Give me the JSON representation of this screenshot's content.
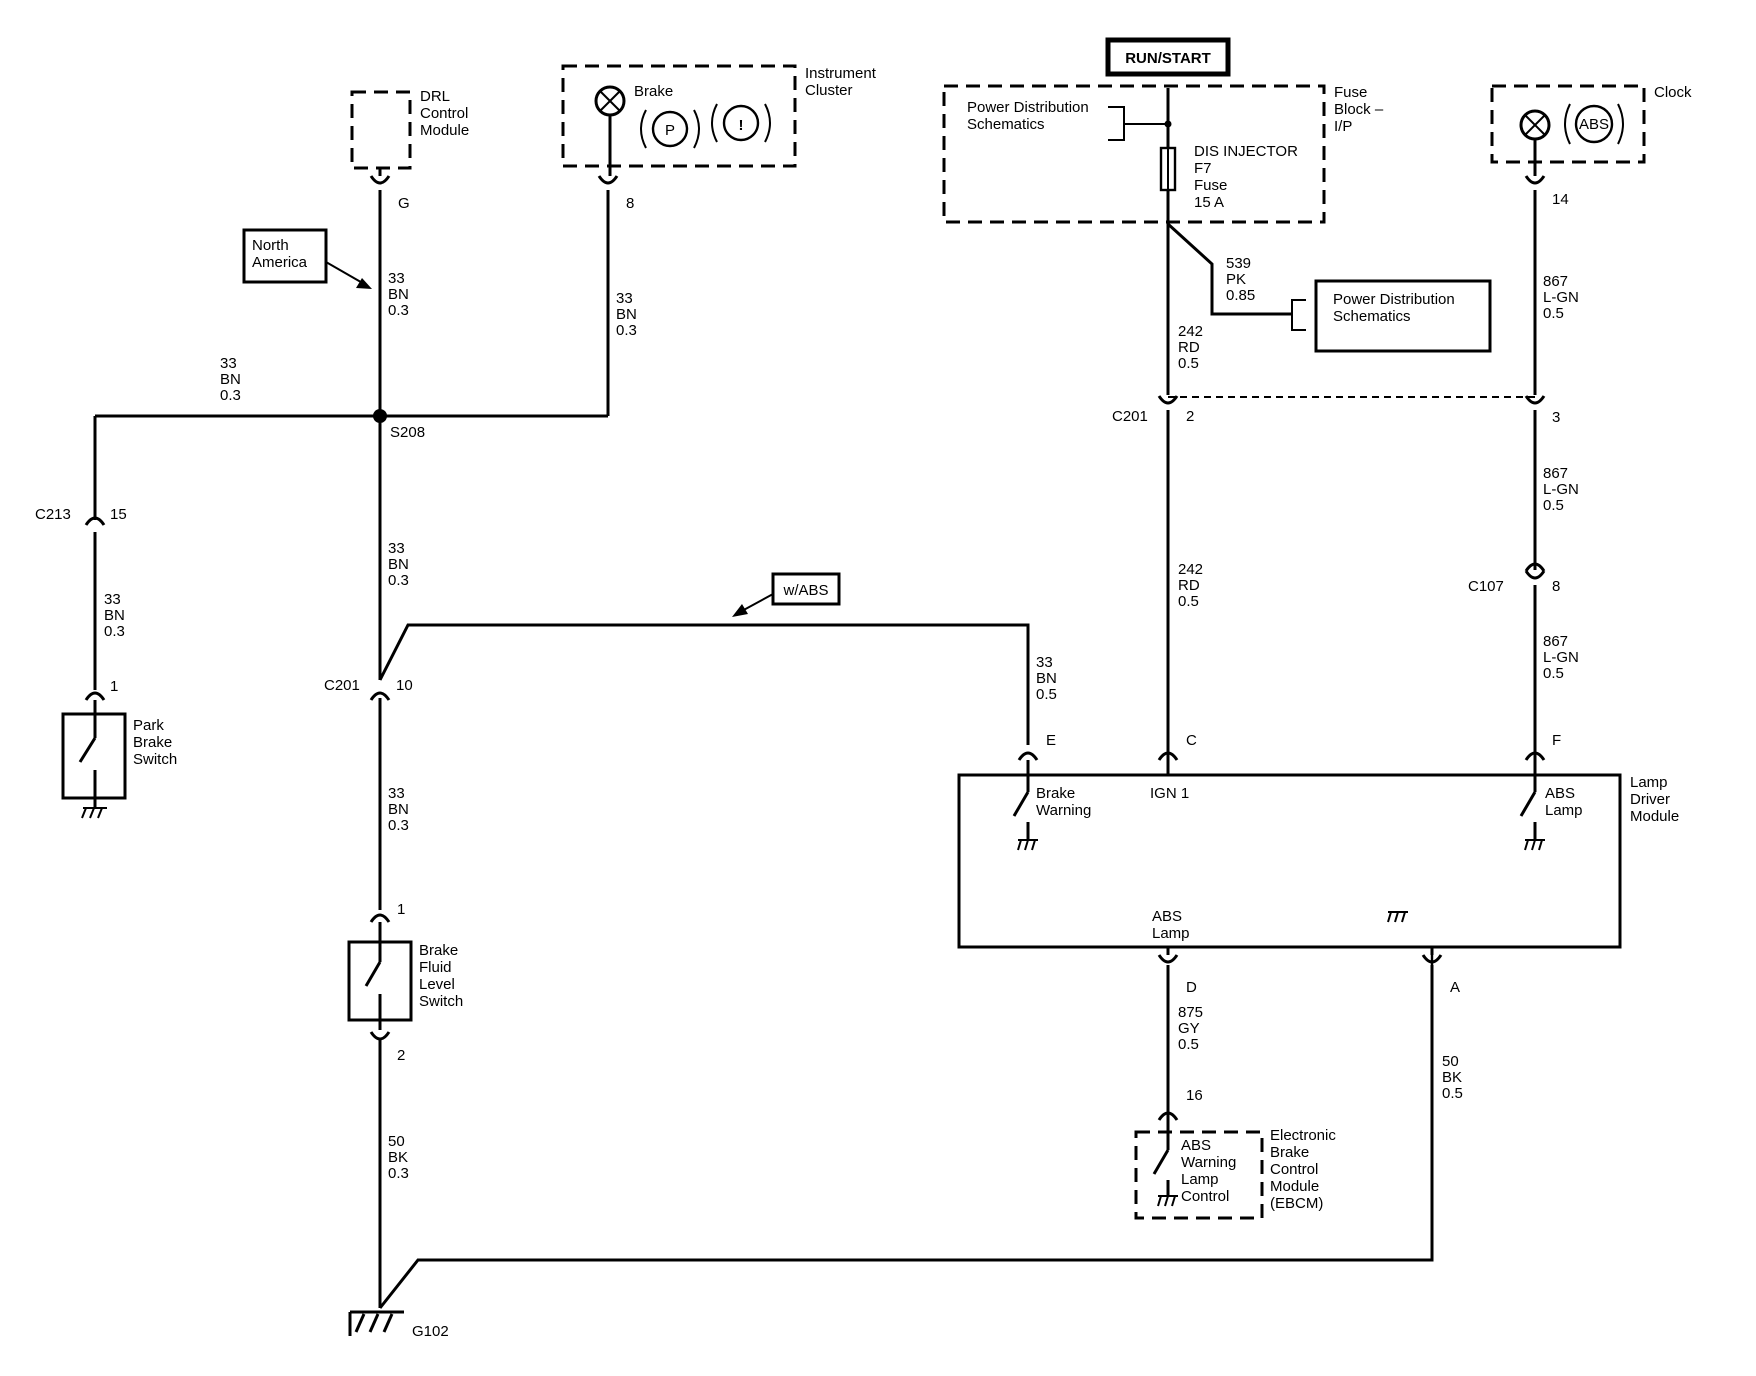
{
  "power": {
    "run_start": "RUN/START"
  },
  "modules": {
    "drl": [
      "DRL",
      "Control",
      "Module"
    ],
    "instrument_cluster": [
      "Instrument",
      "Cluster"
    ],
    "brake_lamp": "Brake",
    "park_symbol": "P",
    "warn_symbol": "!",
    "fuse_block": [
      "Fuse",
      "Block –",
      "I/P"
    ],
    "pds_top": [
      "Power Distribution",
      "Schematics"
    ],
    "pds_right": [
      "Power Distribution",
      "Schematics"
    ],
    "fuse": [
      "DIS INJECTOR",
      "F7",
      "Fuse",
      "15 A"
    ],
    "clock": "Clock",
    "abs_symbol": "ABS",
    "lamp_driver": [
      "Lamp",
      "Driver",
      "Module"
    ],
    "ebcm": [
      "Electronic",
      "Brake",
      "Control",
      "Module",
      "(EBCM)"
    ],
    "park_brake_switch": [
      "Park",
      "Brake",
      "Switch"
    ],
    "brake_fluid_switch": [
      "Brake",
      "Fluid",
      "Level",
      "Switch"
    ],
    "ground": "G102"
  },
  "ldm_labels": {
    "brake_warning": [
      "Brake",
      "Warning"
    ],
    "ign1": "IGN 1",
    "abs_lamp_top": [
      "ABS",
      "Lamp"
    ],
    "abs_lamp_bottom": [
      "ABS",
      "Lamp"
    ]
  },
  "ebcm_label": [
    "ABS",
    "Warning",
    "Lamp",
    "Control"
  ],
  "notes": {
    "north_america": [
      "North",
      "America"
    ],
    "w_abs": "w/ABS"
  },
  "splice": "S208",
  "connectors": {
    "drl_g": "G",
    "cluster_8": "8",
    "clock_14": "14",
    "c213": "C213",
    "c213_pin": "15",
    "park_pin": "1",
    "c201_left": "C201",
    "c201_left_pin": "10",
    "c201_right": "C201",
    "c201_pin2": "2",
    "c201_pin3": "3",
    "c107": "C107",
    "c107_pin": "8",
    "bfs_pin1": "1",
    "bfs_pin2": "2",
    "ldm_e": "E",
    "ldm_c": "C",
    "ldm_f": "F",
    "ldm_d": "D",
    "ldm_a": "A",
    "ebcm_16": "16"
  },
  "wires": {
    "drl_down": [
      "33",
      "BN",
      "0.3"
    ],
    "cluster_down": [
      "33",
      "BN",
      "0.3"
    ],
    "left_branch": [
      "33",
      "BN",
      "0.3"
    ],
    "park_wire": [
      "33",
      "BN",
      "0.3"
    ],
    "splice_down": [
      "33",
      "BN",
      "0.3"
    ],
    "abs_branch": [
      "33",
      "BN",
      "0.5"
    ],
    "bfs_wire": [
      "33",
      "BN",
      "0.3"
    ],
    "ground_wire": [
      "50",
      "BK",
      "0.3"
    ],
    "pk_wire": [
      "539",
      "PK",
      "0.85"
    ],
    "rd_upper": [
      "242",
      "RD",
      "0.5"
    ],
    "rd_lower": [
      "242",
      "RD",
      "0.5"
    ],
    "lgn_upper": [
      "867",
      "L-GN",
      "0.5"
    ],
    "lgn_mid": [
      "867",
      "L-GN",
      "0.5"
    ],
    "lgn_lower": [
      "867",
      "L-GN",
      "0.5"
    ],
    "gy_wire": [
      "875",
      "GY",
      "0.5"
    ],
    "bk_wire": [
      "50",
      "BK",
      "0.5"
    ]
  }
}
